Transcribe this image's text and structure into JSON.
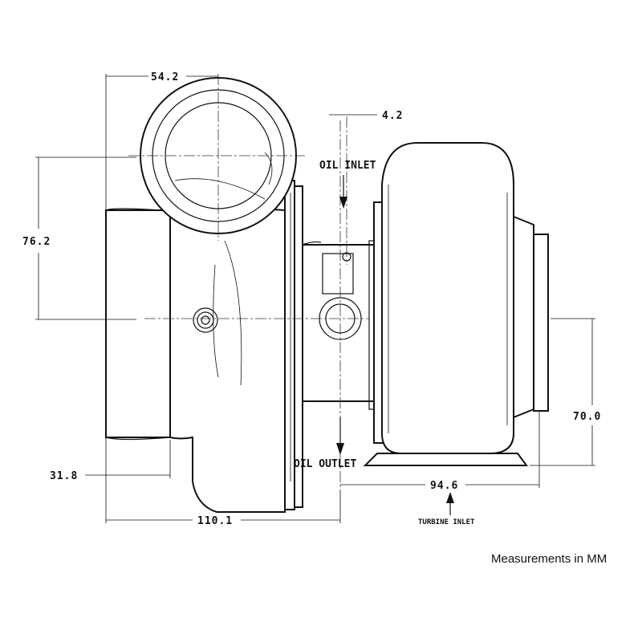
{
  "dimensions": {
    "compressor_inlet_width": "54.2",
    "oil_inlet_offset": "4.2",
    "inlet_height": "76.2",
    "outlet_offset": "31.8",
    "overall_length": "110.1",
    "turbine_length": "94.6",
    "turbine_height": "70.0"
  },
  "labels": {
    "oil_inlet": "OIL INLET",
    "oil_outlet": "OIL OUTLET",
    "turbine_inlet": "TURBINE INLET"
  },
  "note": "Measurements in MM"
}
